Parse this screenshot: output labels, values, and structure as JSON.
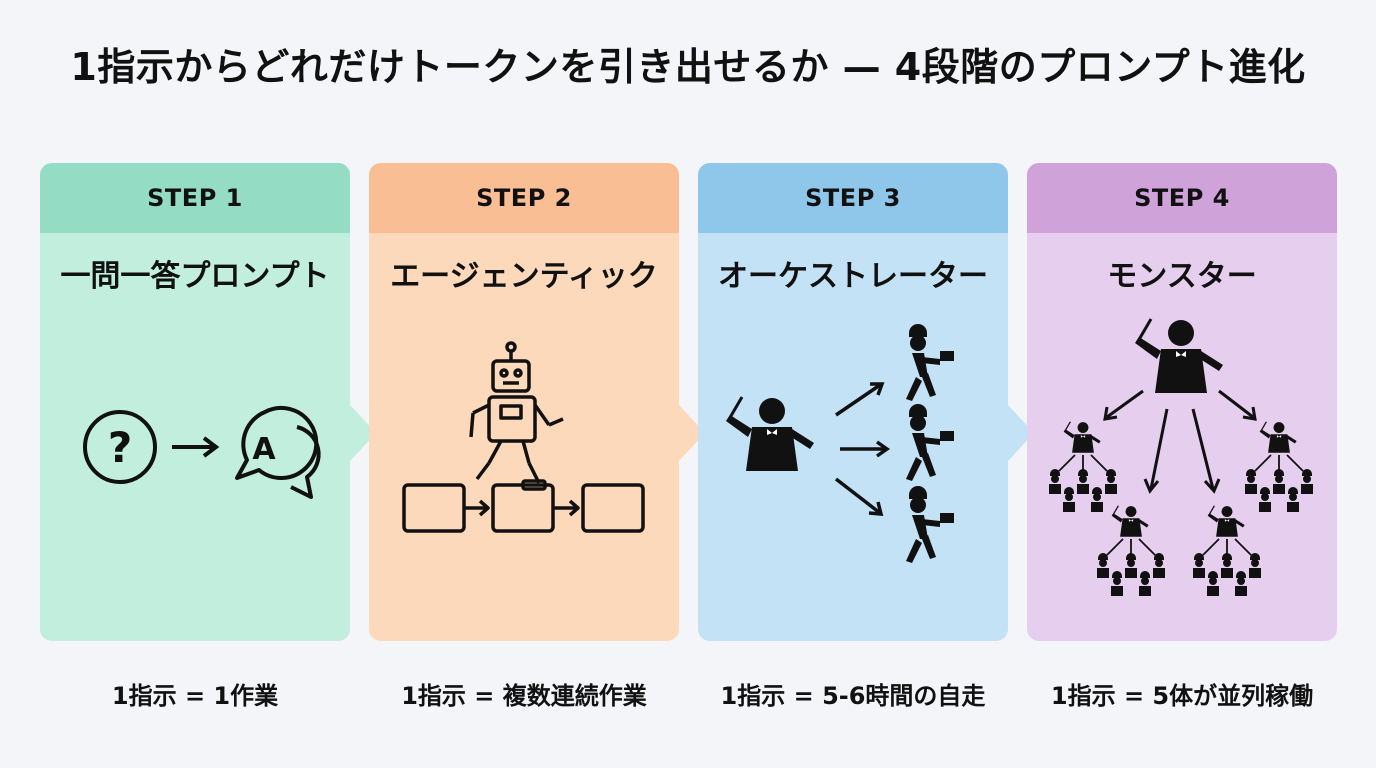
{
  "title": "1指示からどれだけトークンを引き出せるか — 4段階のプロンプト進化",
  "steps": [
    {
      "label": "STEP 1",
      "name": "一問一答プロンプト",
      "caption": "1指示 = 1作業",
      "header_color": "#95dcc4",
      "body_color": "#c1eedd",
      "icon": "question-to-answer-icon",
      "answer_letter": "A"
    },
    {
      "label": "STEP 2",
      "name": "エージェンティック",
      "caption": "1指示 = 複数連続作業",
      "header_color": "#f9be93",
      "body_color": "#fdd9bc",
      "icon": "robot-walking-steps-icon"
    },
    {
      "label": "STEP 3",
      "name": "オーケストレーター",
      "caption": "1指示 = 5-6時間の自走",
      "header_color": "#8fc7ea",
      "body_color": "#c3e2f6",
      "icon": "conductor-to-workers-icon"
    },
    {
      "label": "STEP 4",
      "name": "モンスター",
      "caption": "1指示 = 5体が並列稼働",
      "header_color": "#cfa3da",
      "body_color": "#e6cfee",
      "icon": "conductor-tree-icon"
    }
  ]
}
